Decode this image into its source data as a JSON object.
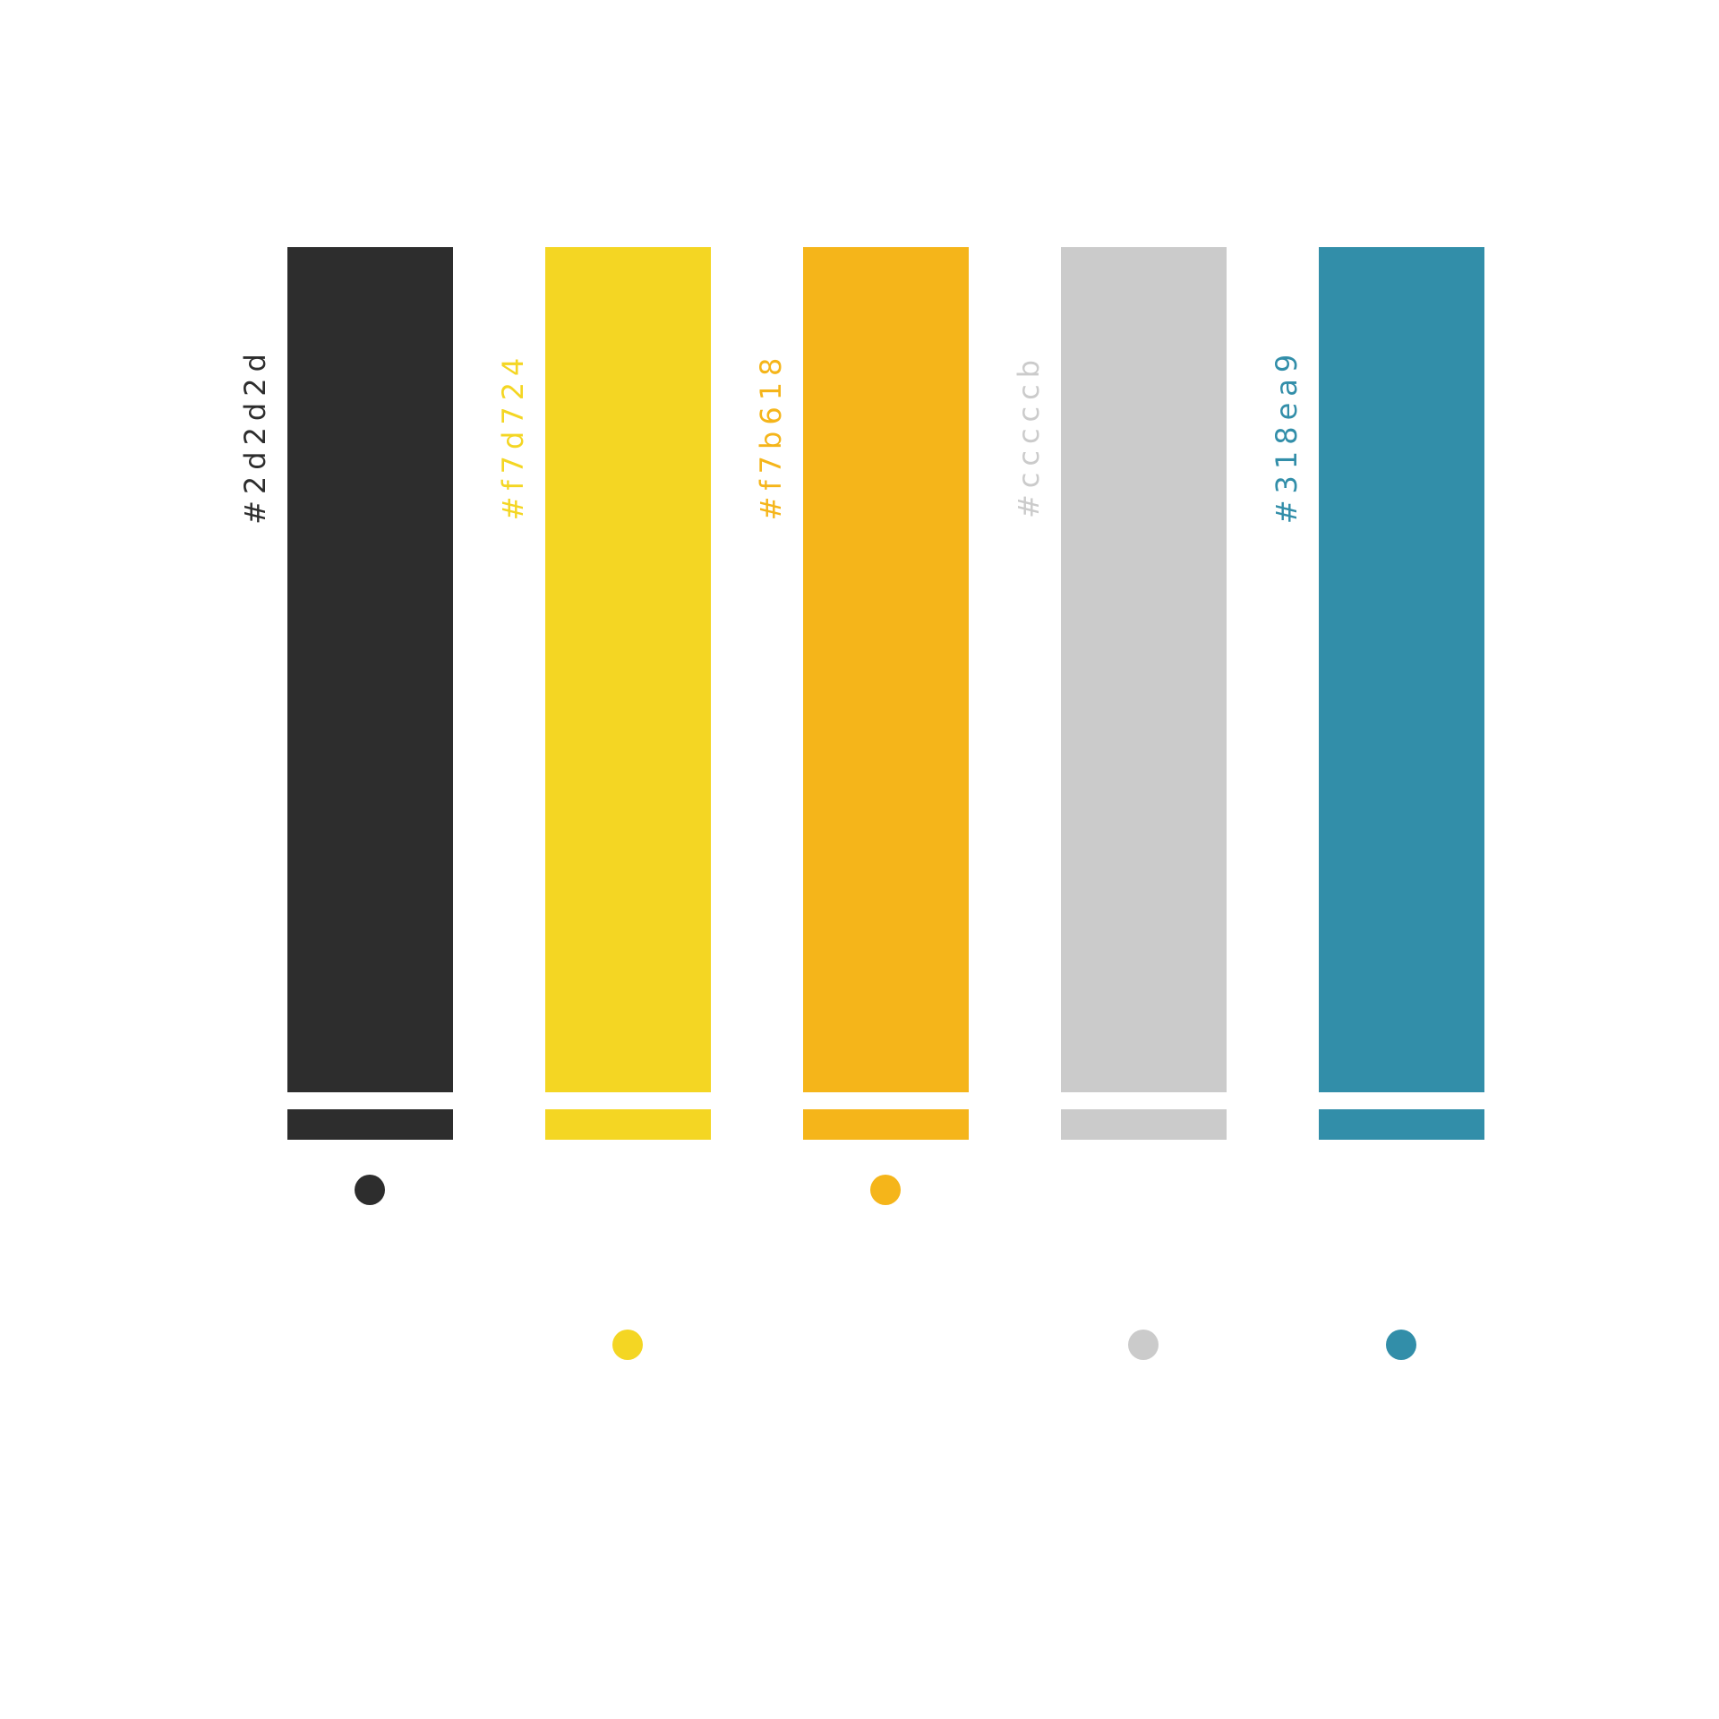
{
  "swatches": [
    {
      "label": "#2d2d2d",
      "color": "#2d2d2d",
      "dot_row": "upper"
    },
    {
      "label": "#f7d724",
      "color": "#f4d623",
      "dot_row": "lower"
    },
    {
      "label": "#f7b618",
      "color": "#f5b51a",
      "dot_row": "upper"
    },
    {
      "label": "#cccccb",
      "color": "#cbcbcb",
      "dot_row": "lower"
    },
    {
      "label": "#318ea9",
      "color": "#328ea9",
      "dot_row": "lower"
    }
  ]
}
